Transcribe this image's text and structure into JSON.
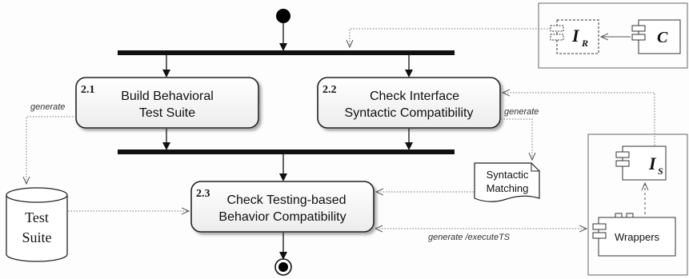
{
  "activities": [
    {
      "id": "2.1",
      "number": "2.1",
      "lines": [
        "Build Behavioral",
        "Test Suite"
      ]
    },
    {
      "id": "2.2",
      "number": "2.2",
      "lines": [
        "Check Interface",
        "Syntactic Compatibility"
      ]
    },
    {
      "id": "2.3",
      "number": "2.3",
      "lines": [
        "Check Testing-based",
        "Behavior Compatibility"
      ]
    }
  ],
  "artifacts": {
    "test_suite": [
      "Test",
      "Suite"
    ],
    "syntactic_matching": [
      "Syntactic",
      "Matching"
    ],
    "wrappers": "Wrappers"
  },
  "components": {
    "ir_main": "I",
    "ir_sub": "R",
    "c": "C",
    "is_main": "I",
    "is_sub": "S"
  },
  "edge_labels": {
    "generate_left": "generate",
    "generate_right": "generate",
    "generate_execute": "generate /executeTS"
  }
}
